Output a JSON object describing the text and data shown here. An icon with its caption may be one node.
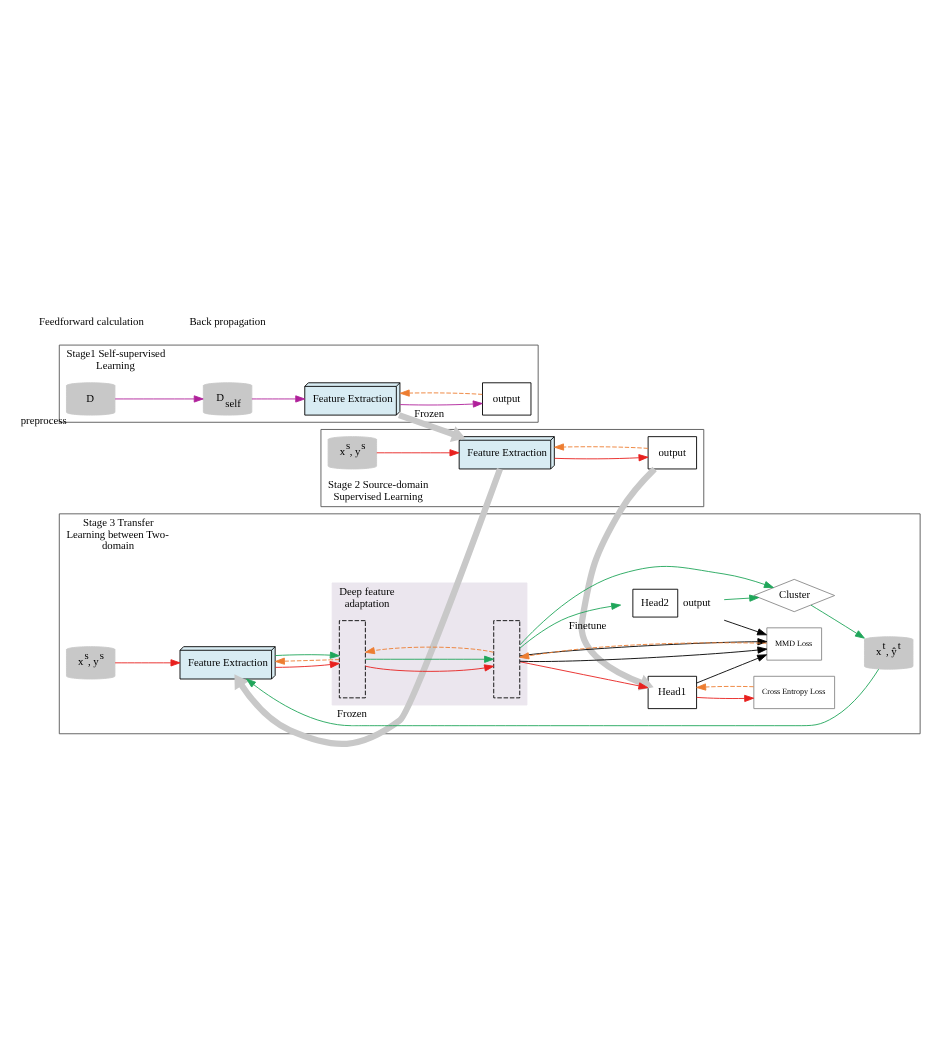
{
  "diagram": {
    "nodes": [
      {
        "text": [
          "Stage1 Self-supervised Learning"
        ]
      },
      {
        "text": [
          "D"
        ],
        "in": 0,
        "beside": [
          "preprocess"
        ]
      },
      {
        "text": [
          "D$_{self}$"
        ],
        "in": 0
      },
      {
        "text": [
          "Feature Extraction"
        ],
        "in": 0
      },
      {
        "text": [
          "output"
        ],
        "in": 0
      },
      {
        "text": [
          "Stage 2 Source-domain Supervised Learning"
        ]
      },
      {
        "text": [
          "x$^{s}$, y$^{s}$"
        ],
        "in": 5
      },
      {
        "text": [
          "Feature Extraction"
        ],
        "in": 5
      },
      {
        "text": [
          "output"
        ],
        "in": 5
      },
      {
        "text": [
          "Stage 3 Transfer Learning between Two-domain"
        ]
      },
      {
        "text": [
          "x$^{s}$, y$^{s}$"
        ],
        "in": 9
      },
      {
        "text": [
          "x$^{t}$, ŷ$^{t}$"
        ],
        "in": 9
      },
      {
        "text": [
          "Feature Extraction"
        ],
        "in": 9
      },
      {
        "text": [
          "Deep feature adaptation"
        ],
        "in": 9
      },
      {
        "text": [],
        "shape": "box",
        "in": 13
      },
      {
        "text": [],
        "shape": "box",
        "in": 13
      },
      {
        "text": [
          "Head1"
        ],
        "in": 9
      },
      {
        "text": [
          "Cross Entropy Loss"
        ],
        "in": 9
      },
      {
        "text": [
          "MMD Loss"
        ],
        "in": 9
      },
      {
        "text": [
          "Head2"
        ],
        "in": 9,
        "beside": [
          "output"
        ]
      },
      {
        "text": [
          "Cluster"
        ],
        "in": 9
      }
    ],
    "edges": [
      {
        "from": 3,
        "to": 7,
        "arrow": "to",
        "label": "Frozen",
        "style": "thick",
        "color": "#c8c8c8"
      },
      {
        "from": 7,
        "to": 12,
        "arrow": "to",
        "label": "Frozen",
        "style": "thick",
        "color": "#c8c8c8"
      },
      {
        "from": 8,
        "to": 16,
        "arrow": "to",
        "label": "Finetune",
        "style": "thick",
        "color": "#c8c8c8"
      },
      {
        "from": 1,
        "to": 2,
        "arrow": "to",
        "color": "#b0209a"
      },
      {
        "from": 2,
        "to": 3,
        "arrow": "to",
        "color": "#b0209a"
      },
      {
        "from": 3,
        "to": 4,
        "arrow": "to",
        "color": "#b0209a"
      },
      {
        "from": 4,
        "to": 3,
        "arrow": "to",
        "style": "dashed",
        "color": "#ed7d31"
      },
      {
        "from": 6,
        "to": 7,
        "arrow": "to",
        "color": "#e8201e"
      },
      {
        "from": 7,
        "to": 8,
        "arrow": "to",
        "color": "#e8201e"
      },
      {
        "from": 8,
        "to": 7,
        "arrow": "to",
        "style": "dashed",
        "color": "#ed7d31"
      },
      {
        "from": 10,
        "to": 12,
        "arrow": "to",
        "color": "#e8201e"
      },
      {
        "from": 11,
        "to": 12,
        "arrow": "to",
        "color": "#1fa65a"
      },
      {
        "from": 12,
        "to": 14,
        "arrow": "to",
        "color": "#e8201e"
      },
      {
        "from": 12,
        "to": 14,
        "arrow": "to",
        "color": "#1fa65a"
      },
      {
        "from": 14,
        "to": 15,
        "arrow": "to",
        "color": "#e8201e"
      },
      {
        "from": 14,
        "to": 15,
        "arrow": "to",
        "color": "#1fa65a"
      },
      {
        "from": 15,
        "to": 16,
        "arrow": "to",
        "color": "#e8201e"
      },
      {
        "from": 16,
        "to": 17,
        "arrow": "to",
        "color": "#e8201e"
      },
      {
        "from": 17,
        "to": 16,
        "arrow": "to",
        "style": "dashed",
        "color": "#ed7d31"
      },
      {
        "from": 15,
        "to": 18,
        "arrow": "to",
        "color": "#000000"
      },
      {
        "from": 15,
        "to": 18,
        "arrow": "to",
        "color": "#000000"
      },
      {
        "from": 16,
        "to": 18,
        "arrow": "to",
        "color": "#000000"
      },
      {
        "from": 19,
        "to": 18,
        "arrow": "to",
        "color": "#000000"
      },
      {
        "from": 18,
        "to": 15,
        "arrow": "to",
        "style": "dashed",
        "color": "#ed7d31"
      },
      {
        "from": 15,
        "to": 14,
        "arrow": "to",
        "style": "dashed",
        "color": "#ed7d31"
      },
      {
        "from": 14,
        "to": 12,
        "arrow": "to",
        "style": "dashed",
        "color": "#ed7d31"
      },
      {
        "from": 15,
        "to": 19,
        "arrow": "to",
        "color": "#1fa65a"
      },
      {
        "from": 15,
        "to": 20,
        "arrow": "to",
        "color": "#1fa65a"
      },
      {
        "from": 19,
        "to": 20,
        "arrow": "to",
        "color": "#1fa65a"
      },
      {
        "from": 20,
        "to": 11,
        "arrow": "to",
        "color": "#1fa65a"
      }
    ],
    "legend": [
      {
        "text": "Feedforward calculation"
      },
      {
        "text": "Back propagation"
      }
    ]
  }
}
